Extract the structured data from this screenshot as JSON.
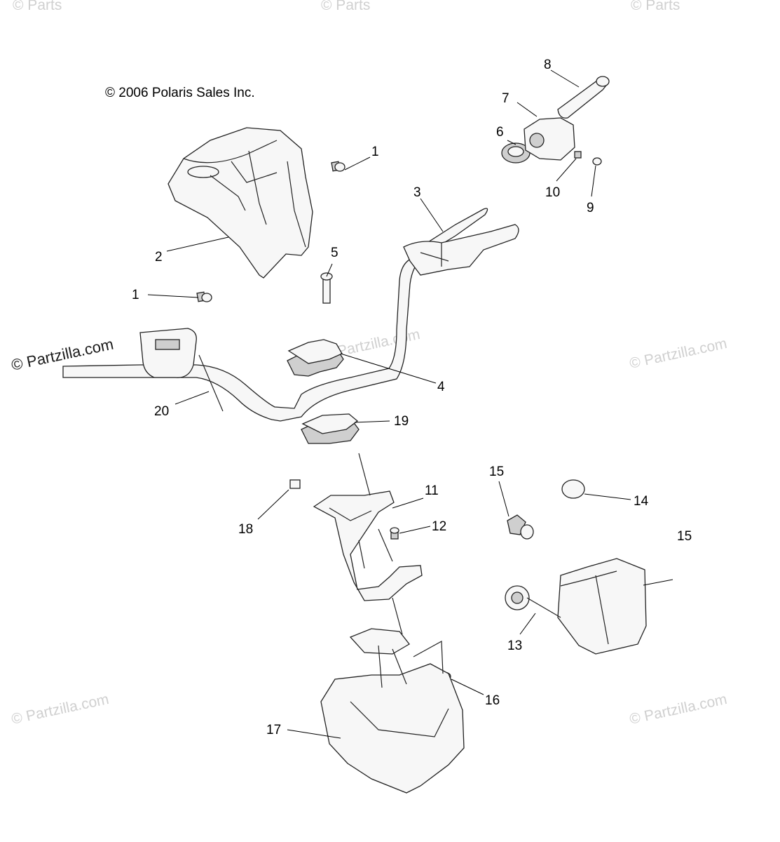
{
  "copyright": "© 2006 Polaris Sales Inc.",
  "watermark_main": "© Partzilla.com",
  "watermark_faint": "© Partzilla.com",
  "watermark_top_fragment": "© Parts",
  "callouts": {
    "c1a": "1",
    "c1b": "1",
    "c2": "2",
    "c3": "3",
    "c4": "4",
    "c5": "5",
    "c6": "6",
    "c7": "7",
    "c8": "8",
    "c9": "9",
    "c10": "10",
    "c11": "11",
    "c12": "12",
    "c13": "13",
    "c14": "14",
    "c15a": "15",
    "c15b": "15",
    "c16": "16",
    "c17": "17",
    "c18": "18",
    "c19": "19",
    "c20": "20"
  }
}
